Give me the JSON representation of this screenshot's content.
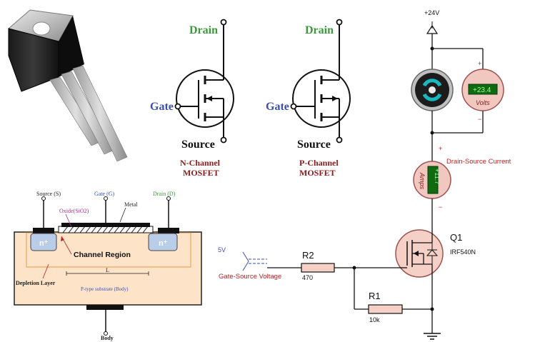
{
  "symbols": {
    "n_channel": {
      "drain": "Drain",
      "gate": "Gate",
      "source": "Source",
      "caption_line1": "N-Channel",
      "caption_line2": "MOSFET"
    },
    "p_channel": {
      "drain": "Drain",
      "gate": "Gate",
      "source": "Source",
      "caption_line1": "P-Channel",
      "caption_line2": "MOSFET"
    }
  },
  "cross_section": {
    "source": "Source (S)",
    "gate": "Gate (G)",
    "drain": "Drain (D)",
    "oxide": "Oxide(SiO2)",
    "metal": "Metal",
    "n_plus_left": "n⁺",
    "n_plus_right": "n⁺",
    "channel_region": "Channel Region",
    "length": "L",
    "depletion_layer": "Depletion Layer",
    "substrate": "P-type substrate (Body)",
    "body": "Body"
  },
  "circuit": {
    "supply": "+24V",
    "voltmeter_value": "+23.4",
    "voltmeter_unit": "Volts",
    "voltmeter_plus": "+",
    "voltmeter_minus": "−",
    "ammeter_value": "+11.7",
    "ammeter_unit": "Amps",
    "ammeter_plus": "+",
    "ammeter_minus": "−",
    "ammeter_label": "Drain-Source Current",
    "transistor_ref": "Q1",
    "transistor_part": "IRF540N",
    "gate_voltage": "5V",
    "gate_voltage_label": "Gate-Source Voltage",
    "r2_ref": "R2",
    "r2_value": "470",
    "r1_ref": "R1",
    "r1_value": "10k"
  },
  "colors": {
    "terminal_green": "#3a9b3a",
    "gate_blue": "#3a4fb0",
    "caption_red": "#8b1a1a",
    "meter_green": "#1fa51f",
    "label_red": "#c02020"
  }
}
